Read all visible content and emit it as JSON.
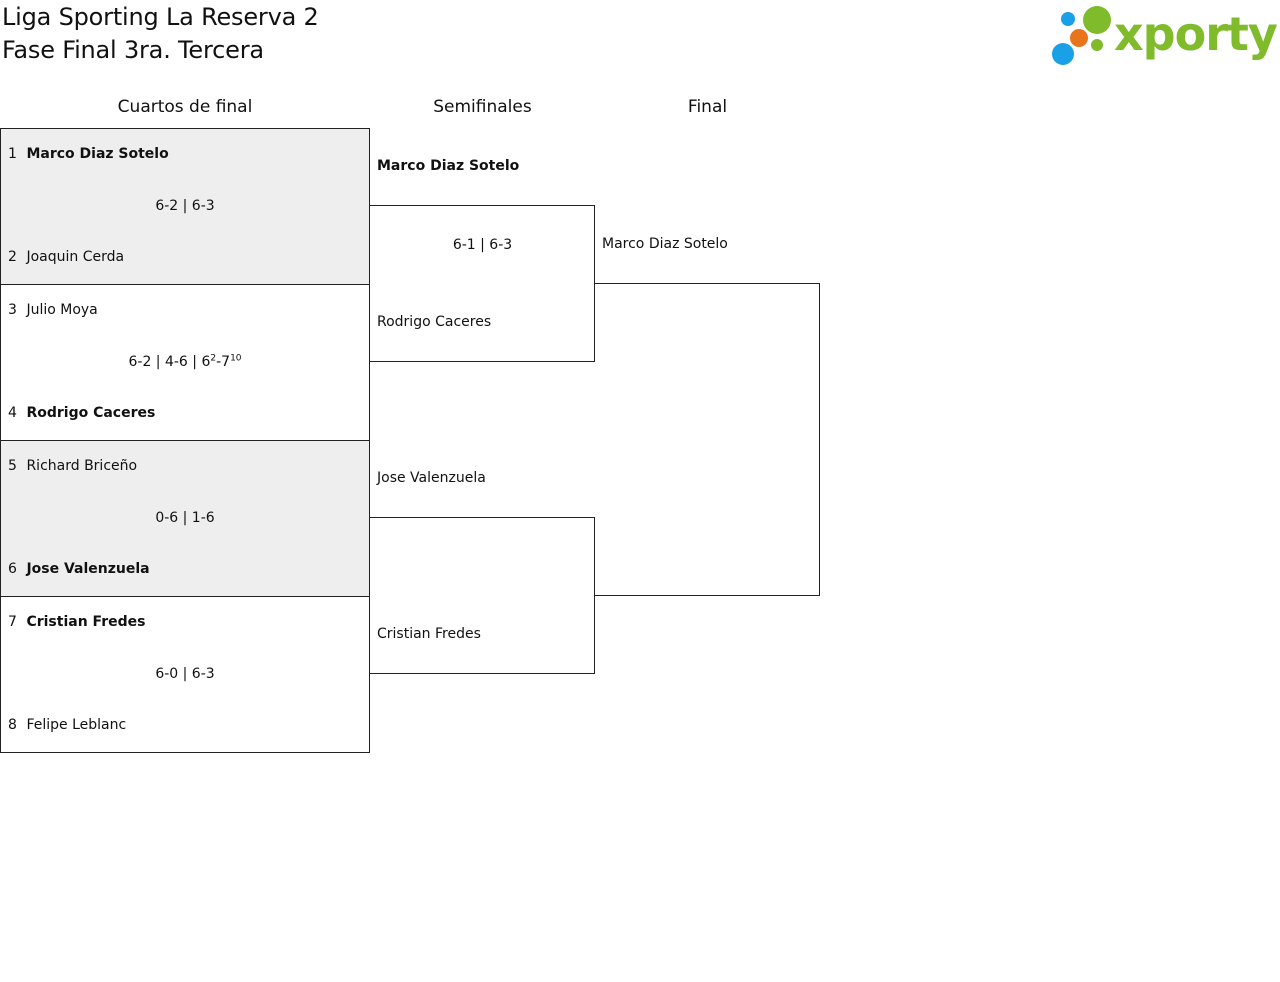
{
  "header": {
    "title_line1": "Liga Sporting La Reserva 2",
    "title_line2": "Fase Final 3ra. Tercera"
  },
  "logo": {
    "text": "xporty",
    "colors": {
      "green": "#7fbb2a",
      "blue": "#1aa0e6",
      "orange": "#e8741c"
    }
  },
  "rounds": {
    "quarterfinals": "Cuartos de final",
    "semifinals": "Semifinales",
    "final": "Final"
  },
  "quarterfinals": [
    {
      "p1": {
        "seed": "1",
        "name": "Marco Diaz Sotelo",
        "winner": true
      },
      "p2": {
        "seed": "2",
        "name": "Joaquin Cerda",
        "winner": false
      },
      "score": "6-2 | 6-3"
    },
    {
      "p1": {
        "seed": "3",
        "name": "Julio Moya",
        "winner": false
      },
      "p2": {
        "seed": "4",
        "name": "Rodrigo Caceres",
        "winner": true
      },
      "score_main": "6-2 | 4-6 | 6",
      "score_sup1": "2",
      "score_mid": "-7",
      "score_sup2": "10"
    },
    {
      "p1": {
        "seed": "5",
        "name": "Richard Briceño",
        "winner": false
      },
      "p2": {
        "seed": "6",
        "name": "Jose Valenzuela",
        "winner": true
      },
      "score": "0-6 | 1-6"
    },
    {
      "p1": {
        "seed": "7",
        "name": "Cristian Fredes",
        "winner": true
      },
      "p2": {
        "seed": "8",
        "name": "Felipe Leblanc",
        "winner": false
      },
      "score": "6-0 | 6-3"
    }
  ],
  "semifinals": [
    {
      "p1": "Marco Diaz Sotelo",
      "p2": "Rodrigo Caceres",
      "score": "6-1 | 6-3"
    },
    {
      "p1": "Jose Valenzuela",
      "p2": "Cristian Fredes",
      "score": ""
    }
  ],
  "final": {
    "p1": "Marco Diaz Sotelo"
  }
}
